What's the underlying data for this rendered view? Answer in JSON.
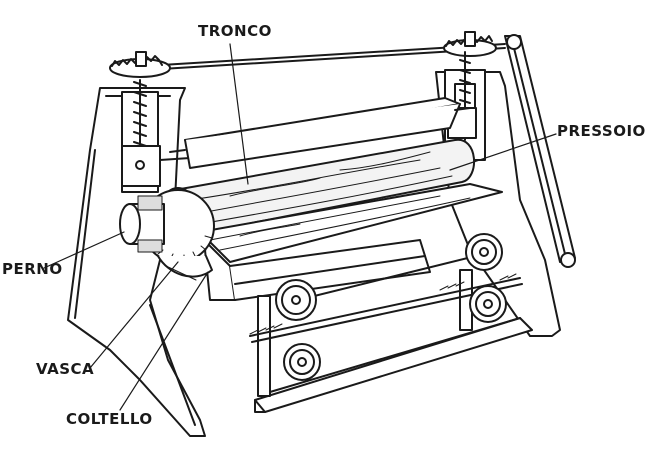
{
  "labels": {
    "tronco": "TRONCO",
    "pressoio": "PRESSOIO",
    "perno": "PERNO",
    "vasca": "VASCA",
    "coltello": "COLTELLO"
  },
  "colors": {
    "ink": "#1a1a1a",
    "paper": "#ffffff",
    "wood": "#f3f3f3"
  }
}
